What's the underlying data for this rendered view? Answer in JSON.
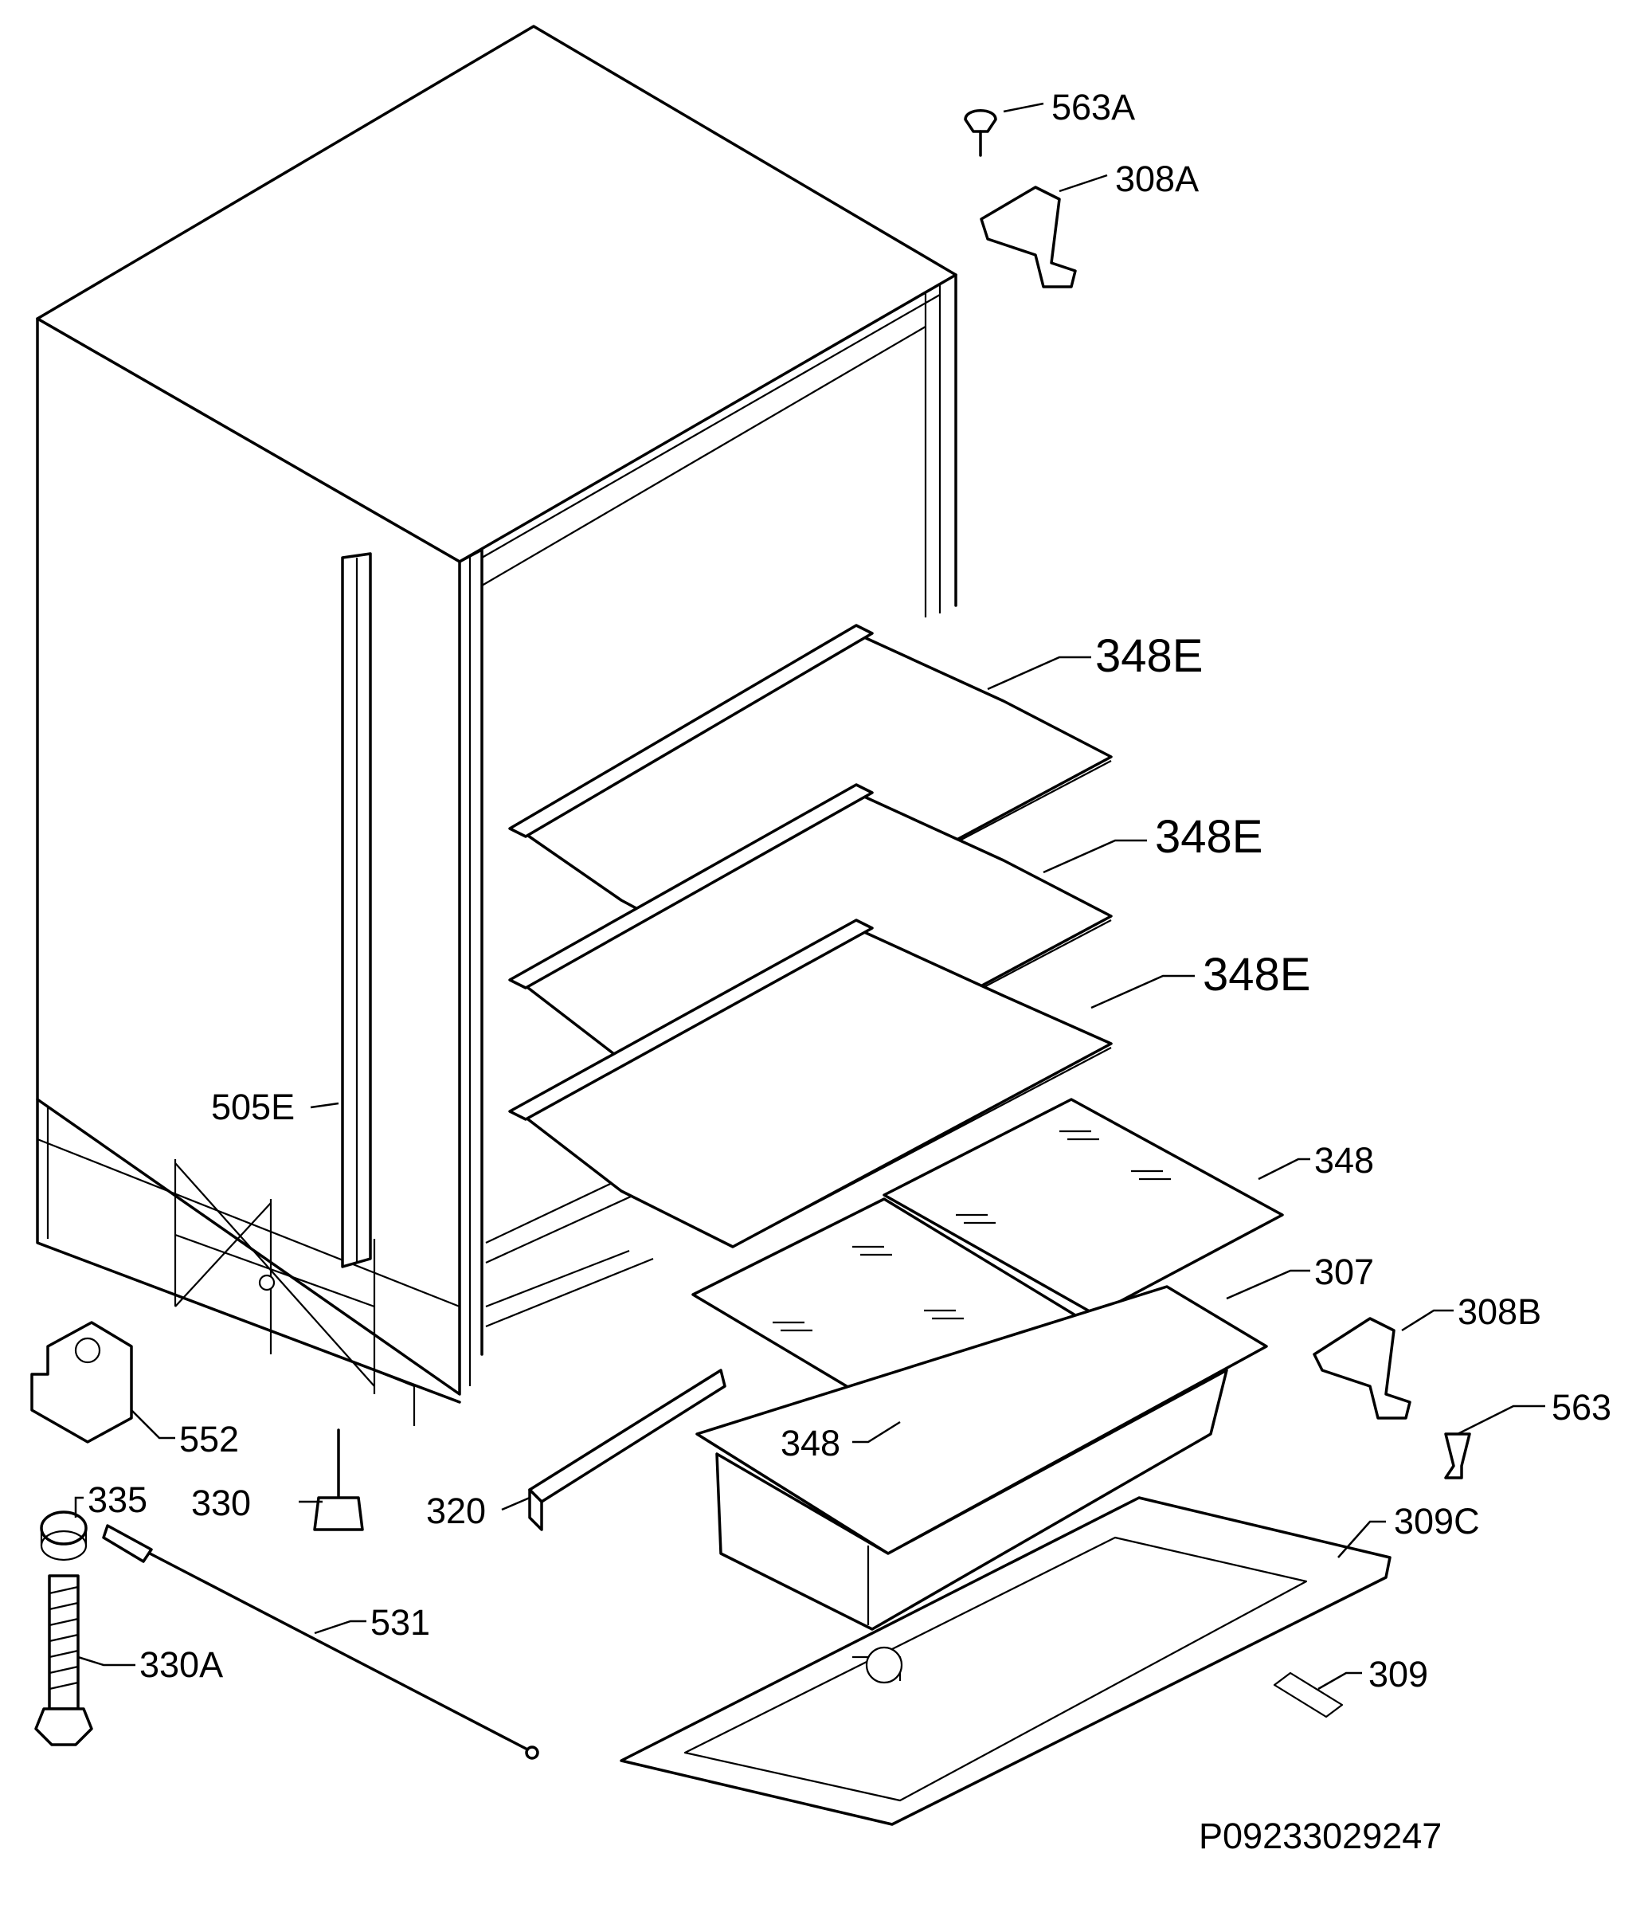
{
  "labels": {
    "l563A": "563A",
    "l308A": "308A",
    "l348E_1": "348E",
    "l348E_2": "348E",
    "l348E_3": "348E",
    "l505E": "505E",
    "l348_top": "348",
    "l307": "307",
    "l308B": "308B",
    "l563": "563",
    "l348_bottom": "348",
    "l552": "552",
    "l335": "335",
    "l330": "330",
    "l320": "320",
    "l309C": "309C",
    "l531": "531",
    "l330A": "330A",
    "l309": "309"
  },
  "code": "P09233029247"
}
